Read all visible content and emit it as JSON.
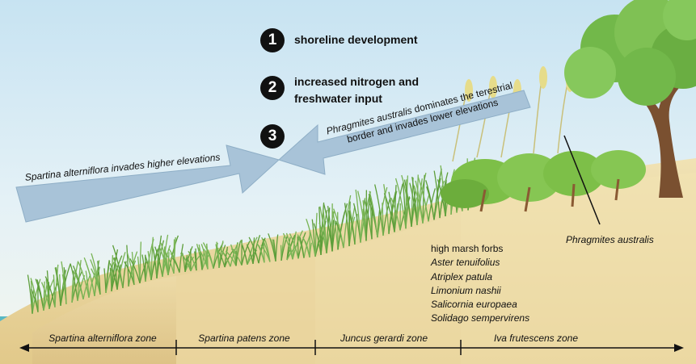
{
  "steps": [
    {
      "number": "1",
      "lines": [
        "shoreline development"
      ]
    },
    {
      "number": "2",
      "lines": [
        "increased nitrogen and",
        "freshwater input"
      ]
    },
    {
      "number": "3",
      "lines": []
    }
  ],
  "arrows": {
    "spartina": {
      "text": "Spartina alterniflora invades higher elevations"
    },
    "phragmites": {
      "species": "Phragmites australis",
      "line1_rest": " dominates the terestrial",
      "line2": "border and invades lower elevations"
    }
  },
  "high_marsh": {
    "heading": "high marsh forbs",
    "species": [
      "Aster tenuifolius",
      "Atriplex patula",
      "Limonium nashii",
      "Salicornia europaea",
      "Solidago sempervirens"
    ]
  },
  "phragmites_label": "Phragmites australis",
  "zones": [
    {
      "label": "Spartina alterniflora zone"
    },
    {
      "label": "Spartina patens zone"
    },
    {
      "label": "Juncus gerardi zone"
    },
    {
      "label": "Iva frutescens zone"
    }
  ],
  "colors": {
    "sky": "#cfe6f2",
    "sand": "#ead7a2",
    "arrow_fill": "#a8c3d8",
    "grass": "#5d9e3a",
    "tree_foliage": "#72b84a",
    "trunk": "#7a5030",
    "water": "#58b8c4"
  }
}
